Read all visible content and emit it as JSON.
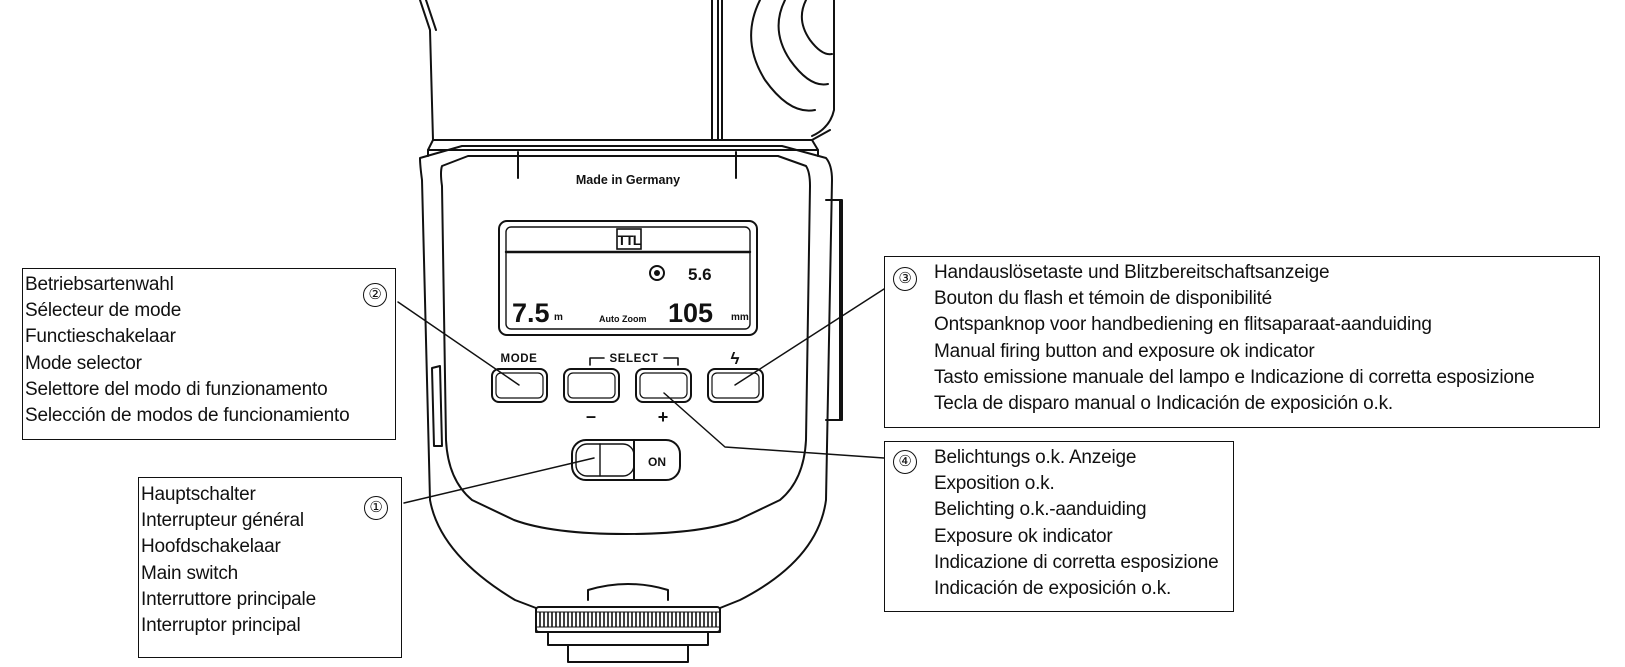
{
  "device": {
    "made_in": "Made in Germany",
    "lcd": {
      "mode": "TTL",
      "aperture": "5.6",
      "distance": "7.5",
      "distance_unit": "m",
      "zoom_label": "Auto Zoom",
      "focal": "105",
      "focal_unit": "mm"
    },
    "buttons": {
      "mode": "MODE",
      "select": "SELECT",
      "minus": "–",
      "plus": "+",
      "flash": "ϟ"
    },
    "switch_on": "ON"
  },
  "callouts": {
    "mode_selector": {
      "number": "②",
      "lines": [
        "Betriebsartenwahl",
        "Sélecteur de mode",
        "Functieschakelaar",
        "Mode selector",
        "Selettore del modo di funzionamento",
        "Selección de modos de funcionamiento"
      ]
    },
    "main_switch": {
      "number": "①",
      "lines": [
        "Hauptschalter",
        "Interrupteur général",
        "Hoofdschakelaar",
        "Main switch",
        "Interruttore principale",
        "Interruptor principal"
      ]
    },
    "firing_button": {
      "number": "③",
      "lines": [
        "Handauslösetaste und Blitzbereitschaftsanzeige",
        "Bouton du flash et  témoin de disponibilité",
        "Ontspanknop voor handbediening en flitsaparaat-aanduiding",
        "Manual firing button and exposure ok indicator",
        "Tasto emissione manuale del lampo e Indicazione di corretta esposizione",
        "Tecla de disparo manual o Indicación de exposición o.k."
      ]
    },
    "exposure_indicator": {
      "number": "④",
      "lines": [
        "Belichtungs o.k. Anzeige",
        "Exposition o.k.",
        "Belichting o.k.-aanduiding",
        "Exposure ok indicator",
        "Indicazione di corretta esposizione",
        "Indicación de exposición o.k."
      ]
    }
  }
}
